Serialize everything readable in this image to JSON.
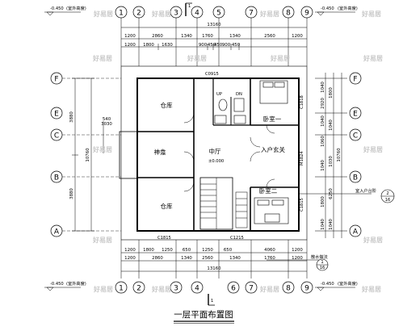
{
  "title": "一层平面布置图",
  "elevation": {
    "outer": "-0.450",
    "note": "(室外高度)",
    "floor": "±0.000"
  },
  "axes": {
    "top": [
      "1",
      "2",
      "3",
      "4",
      "5",
      "7",
      "8",
      "9"
    ],
    "bottom": [
      "1",
      "2",
      "3",
      "4",
      "6",
      "7",
      "8",
      "9"
    ],
    "left": [
      "F",
      "E",
      "C",
      "B",
      "A"
    ],
    "right": [
      "F",
      "E",
      "C",
      "B",
      "A"
    ]
  },
  "dims": {
    "top_total": "13160",
    "top_row1": [
      "1200",
      "2860",
      "1340",
      "1760",
      "1340",
      "2560",
      "1200"
    ],
    "top_row2": [
      "1200",
      "1800",
      "1630",
      "900",
      "450",
      "450",
      "900",
      "450"
    ],
    "bottom_total": "13160",
    "bottom_row1": [
      "1200",
      "2860",
      "1340",
      "2560",
      "1340",
      "1760",
      "1200"
    ],
    "bottom_row2": [
      "1200",
      "1800",
      "1250",
      "650",
      "1250",
      "650",
      "4060",
      "1200"
    ],
    "left_outer": [
      "3880",
      "3880"
    ],
    "left_mid": "10760",
    "left_small": [
      "540",
      "3030"
    ],
    "right_col1": [
      "1040",
      "2920",
      "1040",
      "1060",
      "1040",
      "1800",
      "1040"
    ],
    "right_col2": [
      "1800",
      "1040",
      "1030",
      "6250",
      "1040"
    ],
    "right_total": "10760"
  },
  "rooms": {
    "warehouse_top": "仓库",
    "warehouse_bottom": "仓库",
    "shrine": "神龛",
    "hall": "中厅",
    "entrance": "入户玄关",
    "bedroom1": "卧室一",
    "bedroom2": "卧室二"
  },
  "codes": {
    "window_top": "C0915",
    "window_bottom_left": "C1815",
    "window_bottom_mid": "C1215",
    "window_right_top": "C1818",
    "window_right_bottom": "C1815",
    "door_right": "M1824",
    "wc_up": "UP",
    "wc_dn": "DN"
  },
  "callouts": {
    "detail_note": "室入户台阶",
    "detail_num": "2",
    "detail_sheet": "16",
    "ramp_note": "散水做法",
    "ramp_num": "1",
    "ramp_sheet": "16"
  },
  "watermark": "好易居"
}
